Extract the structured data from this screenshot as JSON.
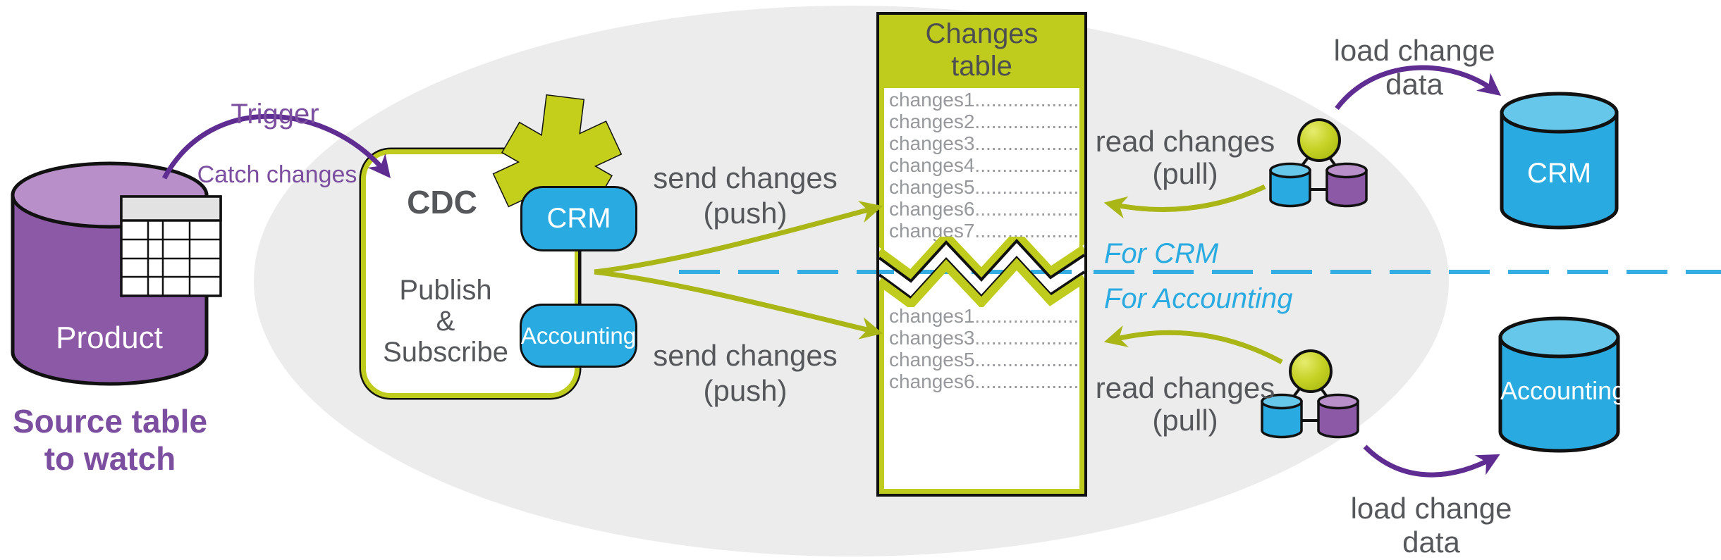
{
  "source": {
    "cylinder_label": "Product",
    "caption": "Source table\nto watch"
  },
  "trigger": {
    "title": "Trigger",
    "subtitle": "Catch changes"
  },
  "cdc": {
    "title": "CDC",
    "subtitle": "Publish\n&\nSubscribe",
    "badges": [
      "CRM",
      "Accounting"
    ]
  },
  "push": {
    "top_label": "send changes\n(push)",
    "bottom_label": "send changes\n(push)"
  },
  "changes_table": {
    "title": "Changes\ntable",
    "for_crm_rows": [
      "changes1...................",
      "changes2...................",
      "changes3...................",
      "changes4...................",
      "changes5...................",
      "changes6...................",
      "changes7..................."
    ],
    "for_accounting_rows": [
      "changes1...................",
      "changes3...................",
      "changes5...................",
      "changes6..................."
    ]
  },
  "lanes": {
    "crm_label": "For CRM",
    "accounting_label": "For Accounting"
  },
  "pull": {
    "top_label": "read changes\n(pull)",
    "bottom_label": "read changes\n(pull)"
  },
  "load": {
    "top_label": "load change data",
    "bottom_label": "load change data"
  },
  "targets": {
    "crm_label": "CRM",
    "accounting_label": "Accounting"
  },
  "colors": {
    "olive_fill": "#BFCC1D",
    "olive_arrow": "#A9B616",
    "blue": "#29ABE2",
    "blue_light": "#67C7EA",
    "purple_body": "#8C59A6",
    "purple_light": "#B88FC9",
    "purple_text": "#7C4E9F",
    "purple_arrow": "#5F2C91",
    "text_dark": "#55575A",
    "text_row_gray": "#96989B",
    "ellipse_bg": "#ECECED",
    "dash_blue": "#35ADE3"
  }
}
